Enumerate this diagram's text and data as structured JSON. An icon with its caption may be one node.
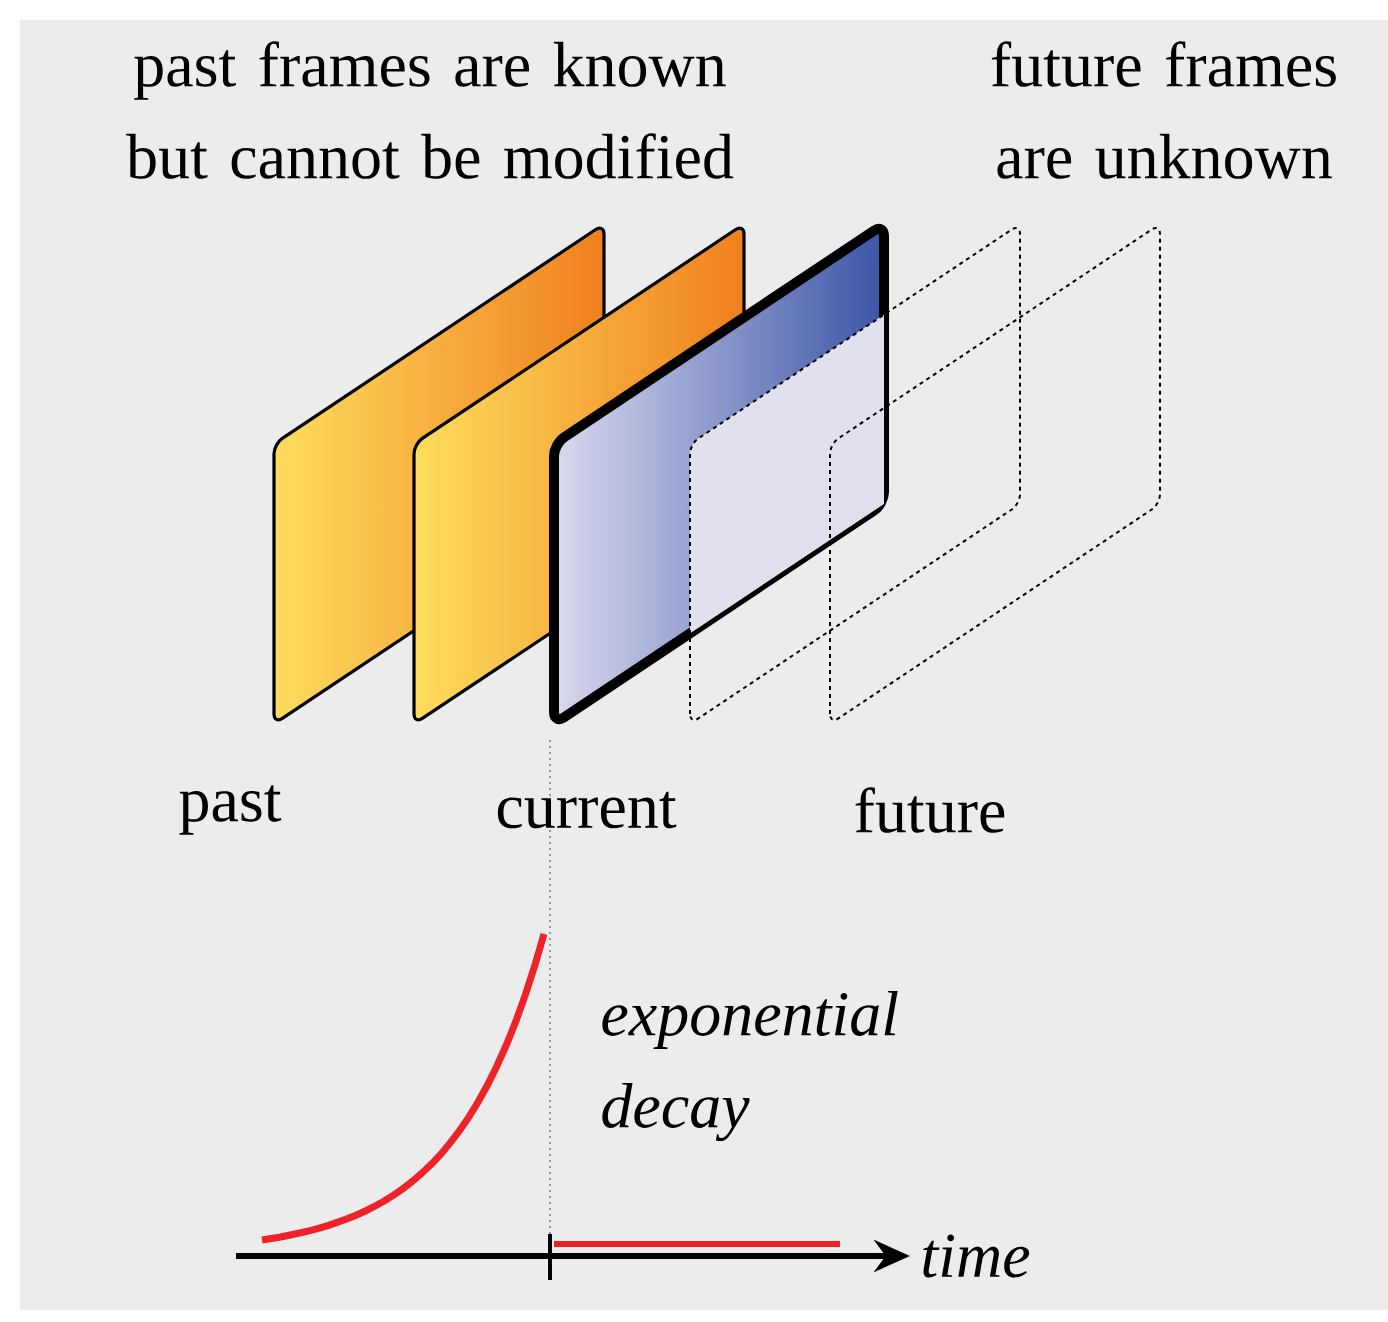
{
  "diagram": {
    "labels": [
      "past frames are known but cannot be modified",
      "future frames are unknown",
      "past",
      "current",
      "future",
      "exponential decay",
      "time"
    ]
  }
}
